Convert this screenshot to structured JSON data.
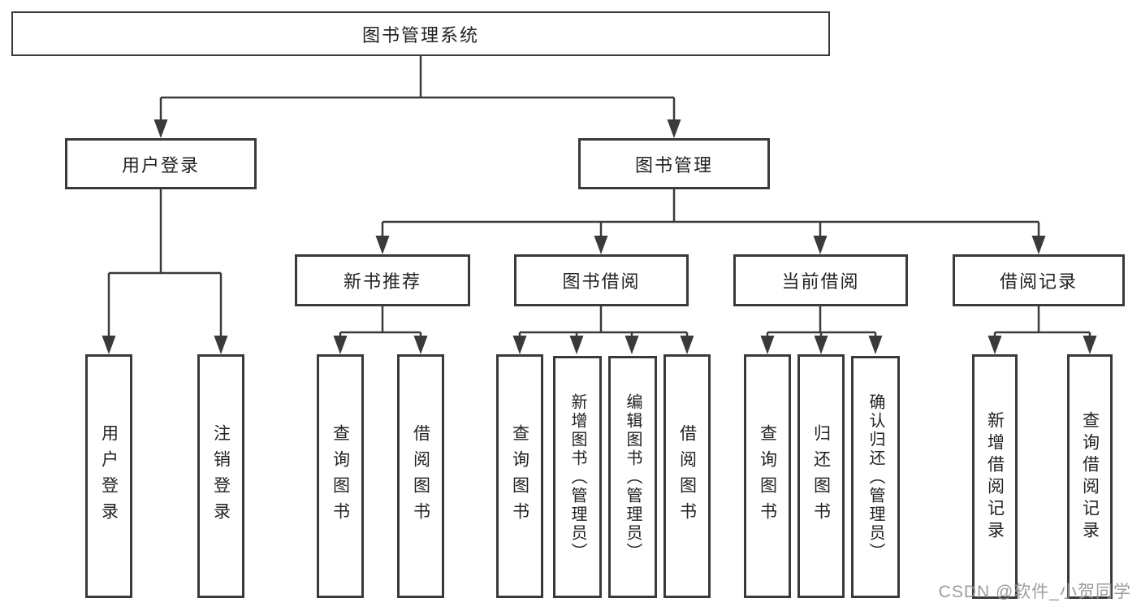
{
  "diagram": {
    "type": "hierarchy-tree",
    "colors": {
      "line": "#3a3a3a",
      "box_border": "#3a3a3a",
      "box_background": "#ffffff",
      "text": "#222222",
      "watermark": "#949494"
    },
    "tree": {
      "label": "图书管理系统",
      "children": [
        {
          "label": "用户登录",
          "children": [
            {
              "label": "用户登录"
            },
            {
              "label": "注销登录"
            }
          ]
        },
        {
          "label": "图书管理",
          "children": [
            {
              "label": "新书推荐",
              "children": [
                {
                  "label": "查询图书"
                },
                {
                  "label": "借阅图书"
                }
              ]
            },
            {
              "label": "图书借阅",
              "children": [
                {
                  "label": "查询图书"
                },
                {
                  "label": "新增图书（管理员）"
                },
                {
                  "label": "编辑图书（管理员）"
                },
                {
                  "label": "借阅图书"
                }
              ]
            },
            {
              "label": "当前借阅",
              "children": [
                {
                  "label": "查询图书"
                },
                {
                  "label": "归还图书"
                },
                {
                  "label": "确认归还（管理员）"
                }
              ]
            },
            {
              "label": "借阅记录",
              "children": [
                {
                  "label": "新增借阅记录"
                },
                {
                  "label": "查询借阅记录"
                }
              ]
            }
          ]
        }
      ]
    }
  },
  "watermark": {
    "text": "CSDN @软件_小贺同学"
  }
}
